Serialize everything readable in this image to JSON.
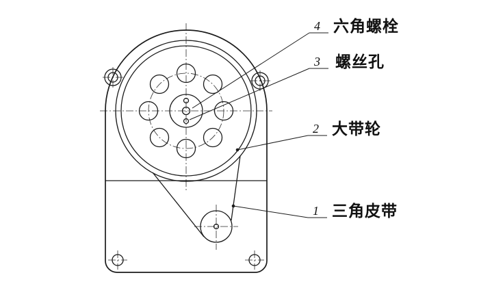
{
  "drawing": {
    "kind": "belt-drive engineering diagram",
    "callouts": [
      {
        "num": "4",
        "label": "六角螺栓"
      },
      {
        "num": "3",
        "label": "螺丝孔"
      },
      {
        "num": "2",
        "label": "大带轮"
      },
      {
        "num": "1",
        "label": "三角皮带"
      }
    ]
  },
  "colors": {
    "line": "#1b1b1b",
    "background": "#ffffff"
  }
}
